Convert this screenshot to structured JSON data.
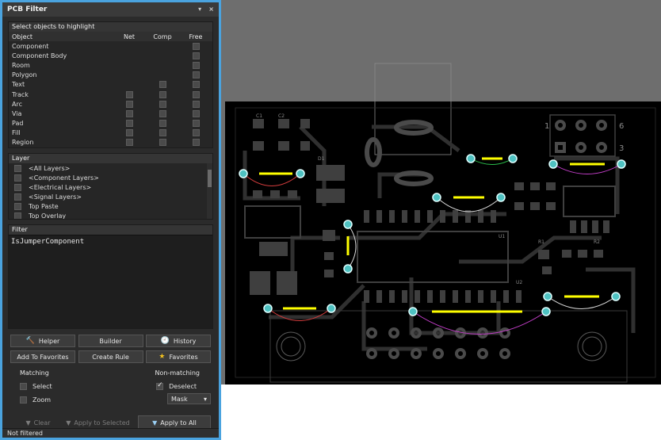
{
  "panel": {
    "title": "PCB Filter",
    "title_controls": [
      "▾",
      "×"
    ],
    "objects_header": "Select objects to highlight",
    "columns": [
      "Object",
      "Net",
      "Comp",
      "Free"
    ],
    "objects": [
      {
        "name": "Component",
        "net": false,
        "comp": false,
        "free": true
      },
      {
        "name": "Component Body",
        "net": false,
        "comp": false,
        "free": true
      },
      {
        "name": "Room",
        "net": false,
        "comp": false,
        "free": true
      },
      {
        "name": "Polygon",
        "net": false,
        "comp": false,
        "free": true
      },
      {
        "name": "Text",
        "net": false,
        "comp": true,
        "free": true
      },
      {
        "name": "Track",
        "net": true,
        "comp": true,
        "free": true
      },
      {
        "name": "Arc",
        "net": true,
        "comp": true,
        "free": true
      },
      {
        "name": "Via",
        "net": true,
        "comp": true,
        "free": true
      },
      {
        "name": "Pad",
        "net": true,
        "comp": true,
        "free": true
      },
      {
        "name": "Fill",
        "net": true,
        "comp": true,
        "free": true
      },
      {
        "name": "Region",
        "net": true,
        "comp": true,
        "free": true
      }
    ],
    "layer_header": "Layer",
    "layers": [
      "<All Layers>",
      "<Component Layers>",
      "<Electrical Layers>",
      "<Signal Layers>",
      "Top Paste",
      "Top Overlay"
    ],
    "filter_header": "Filter",
    "filter_text": "IsJumperComponent",
    "buttons": {
      "helper": "Helper",
      "builder": "Builder",
      "history": "History",
      "add_favorites": "Add To Favorites",
      "create_rule": "Create Rule",
      "favorites": "Favorites"
    },
    "matching_label": "Matching",
    "nonmatching_label": "Non-matching",
    "select_label": "Select",
    "zoom_label": "Zoom",
    "deselect_label": "Deselect",
    "mask_value": "Mask",
    "clear_label": "Clear",
    "apply_selected_label": "Apply to Selected",
    "apply_all_label": "Apply to All",
    "status": "Not filtered"
  },
  "pcb": {
    "silkscreen_labels": [
      "C1",
      "C2",
      "D1",
      "U1",
      "U2",
      "R1",
      "R2",
      "1",
      "6",
      "3"
    ]
  },
  "colors": {
    "accent": "#4aa3df",
    "jumper_track": "#ffff00",
    "via": "#4fc2c2"
  }
}
